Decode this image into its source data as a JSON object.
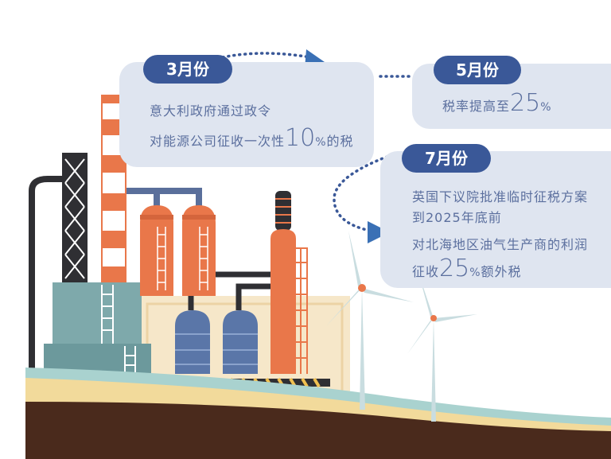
{
  "events": [
    {
      "month": "3月份",
      "lines": [
        {
          "text": "意大利政府通过政令"
        },
        {
          "pre": "对能源公司征收一次性",
          "num": "10",
          "pct": "%",
          "post": "的税"
        }
      ]
    },
    {
      "month": "5月份",
      "lines": [
        {
          "pre": "税率提高至",
          "num": "25",
          "pct": "%",
          "post": ""
        }
      ]
    },
    {
      "month": "7月份",
      "lines": [
        {
          "text": "英国下议院批准临时征税方案"
        },
        {
          "text": "到2025年底前"
        },
        {
          "text": "对北海地区油气生产商的利润"
        },
        {
          "pre": "征收",
          "num": "25",
          "pct": "%",
          "post": "额外税"
        }
      ]
    }
  ],
  "colors": {
    "accent": "#3a5898",
    "box": "#dfe5f0",
    "text": "#5b6f9e",
    "orange": "#e9774a",
    "teal": "#7ea9ab"
  }
}
